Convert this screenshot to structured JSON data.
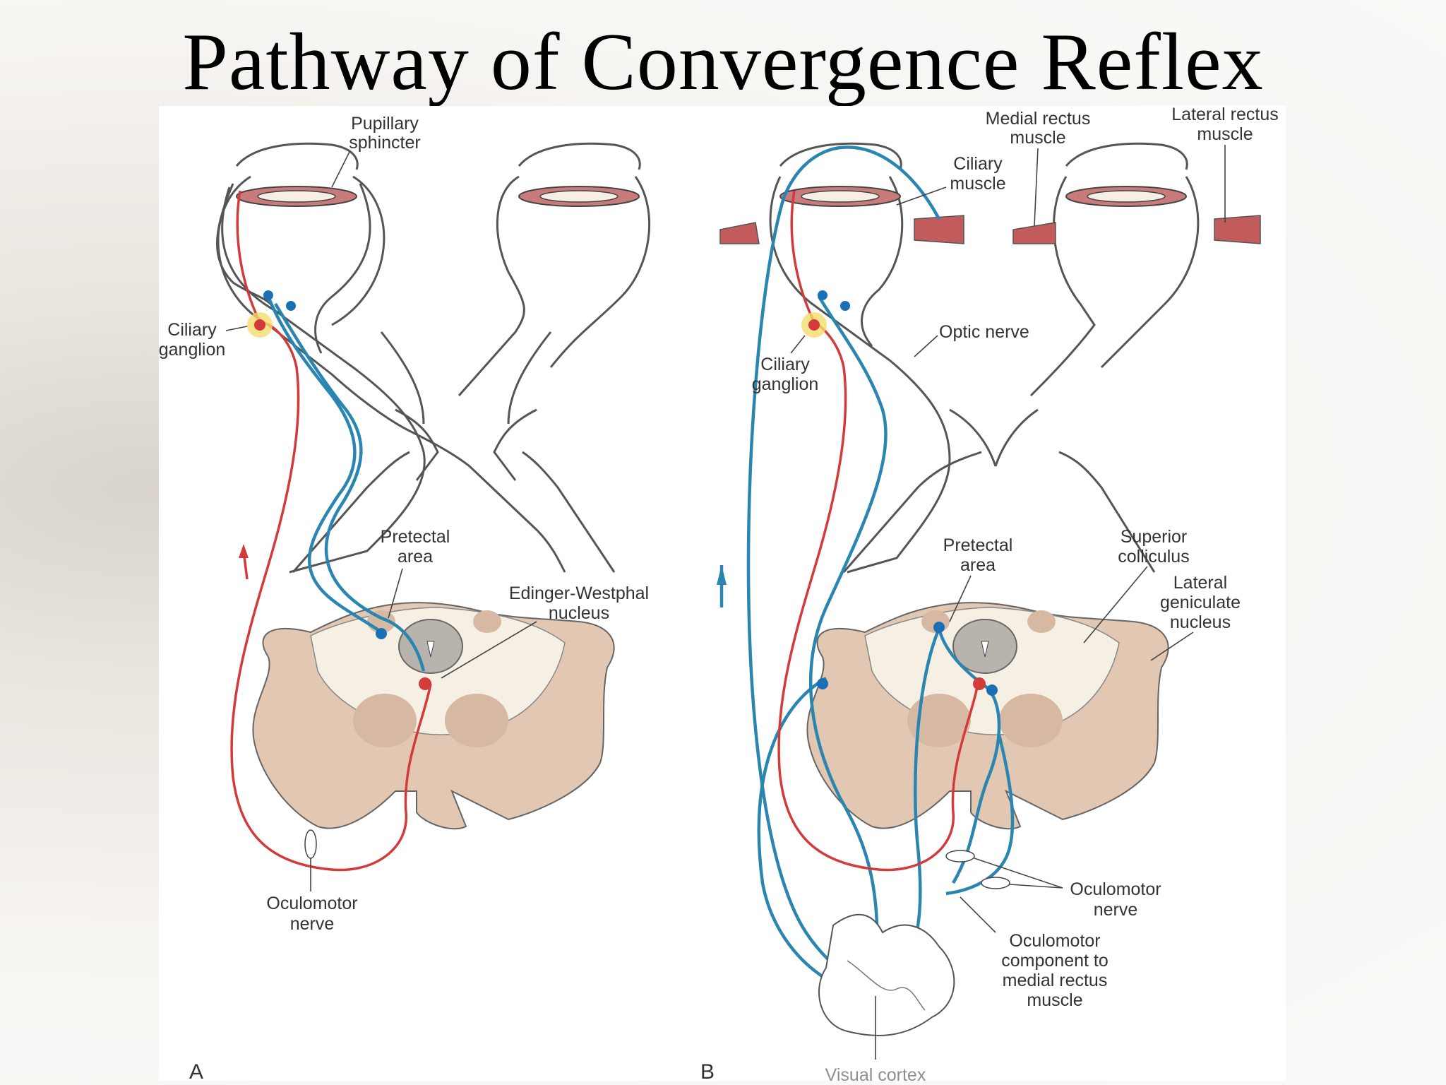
{
  "title": "Pathway of Convergence Reflex",
  "colors": {
    "afferent_blue": "#2a86b0",
    "efferent_red": "#d33a3a",
    "brainstem": "#e2c8b3",
    "ganglion_yellow": "#f5dc6a"
  },
  "panel_a": {
    "letter": "A",
    "labels": {
      "pupillary_sphincter": [
        "Pupillary",
        "sphincter"
      ],
      "ciliary_ganglion": [
        "Ciliary",
        "ganglion"
      ],
      "pretectal_area": [
        "Pretectal",
        "area"
      ],
      "edinger_westphal": [
        "Edinger-Westphal",
        "nucleus"
      ],
      "oculomotor_nerve": [
        "Oculomotor",
        "nerve"
      ]
    }
  },
  "panel_b": {
    "letter": "B",
    "labels": {
      "medial_rectus": [
        "Medial rectus",
        "muscle"
      ],
      "lateral_rectus": [
        "Lateral rectus",
        "muscle"
      ],
      "ciliary_muscle": [
        "Ciliary",
        "muscle"
      ],
      "optic_nerve": [
        "Optic nerve"
      ],
      "ciliary_ganglion": [
        "Ciliary",
        "ganglion"
      ],
      "pretectal_area": [
        "Pretectal",
        "area"
      ],
      "superior_colliculus": [
        "Superior",
        "colliculus"
      ],
      "lateral_geniculate": [
        "Lateral",
        "geniculate",
        "nucleus"
      ],
      "oculomotor_nerve": [
        "Oculomotor",
        "nerve"
      ],
      "oculomotor_component": [
        "Oculomotor",
        "component to",
        "medial rectus",
        "muscle"
      ],
      "visual_cortex": [
        "Visual cortex"
      ]
    }
  }
}
